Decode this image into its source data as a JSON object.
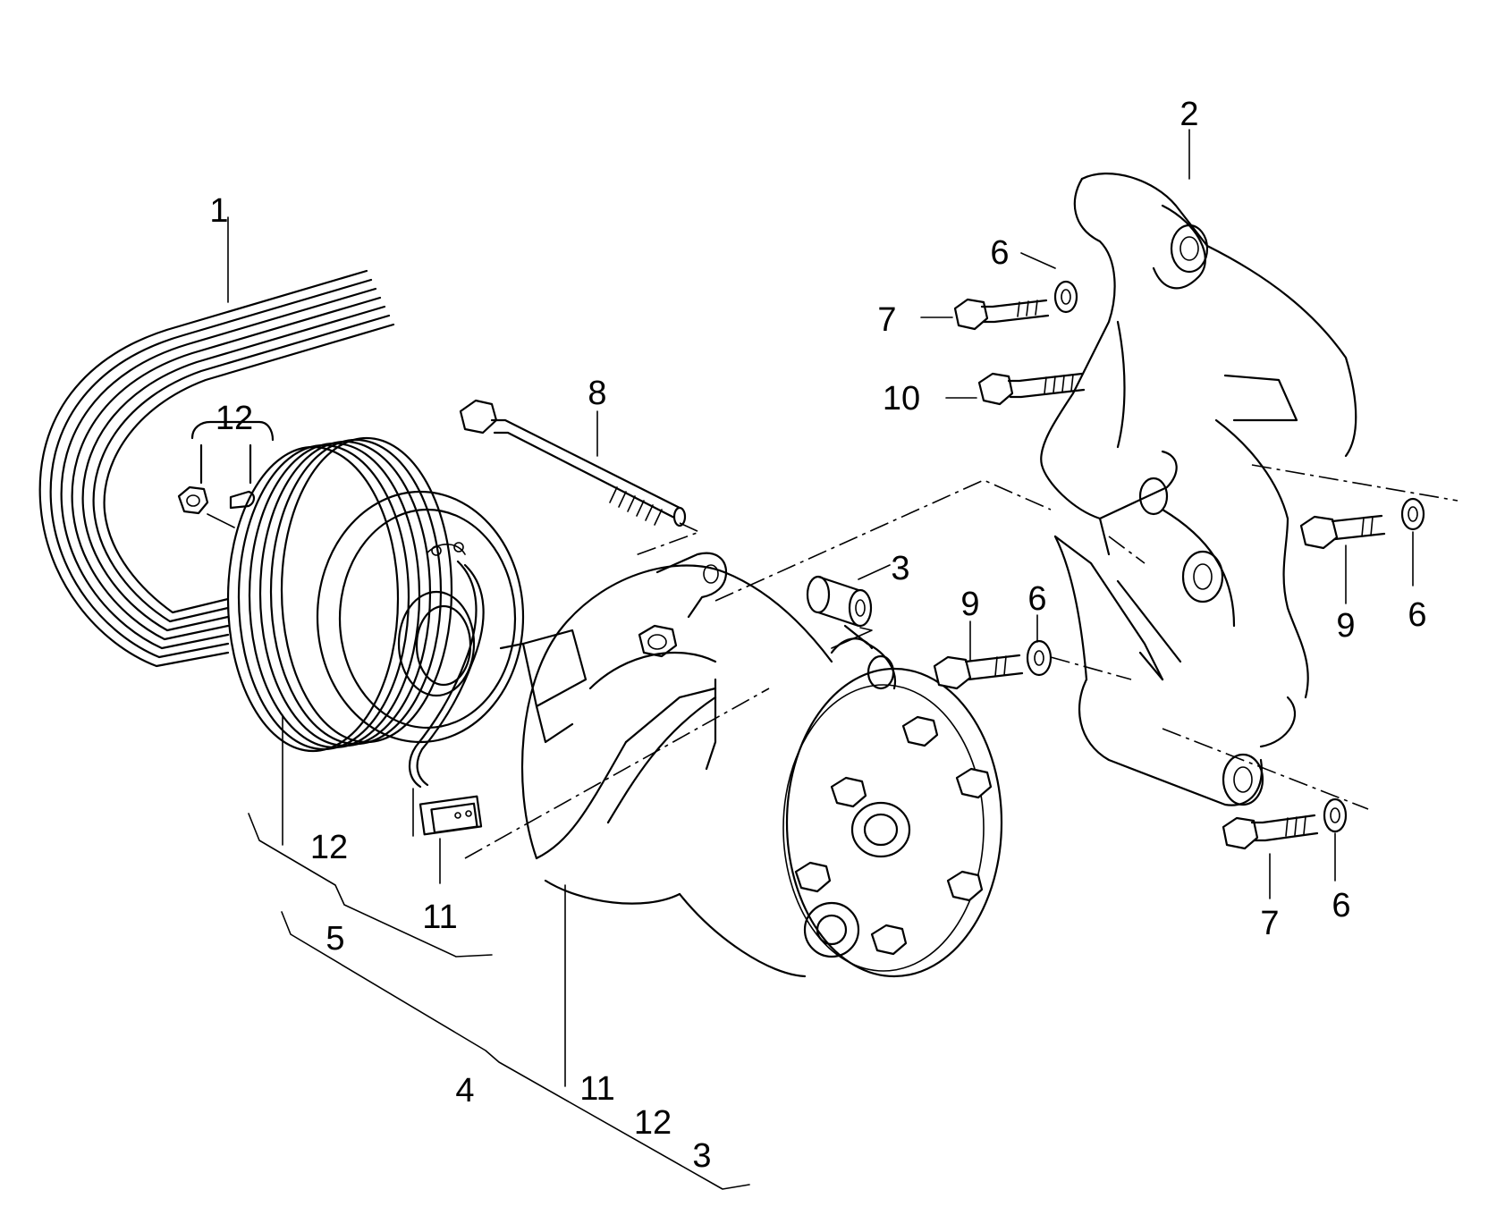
{
  "callouts": [
    {
      "id": "c1",
      "text": "1"
    },
    {
      "id": "c2",
      "text": "2"
    },
    {
      "id": "c3a",
      "text": "3"
    },
    {
      "id": "c3b",
      "text": "3"
    },
    {
      "id": "c4",
      "text": "4"
    },
    {
      "id": "c5",
      "text": "5"
    },
    {
      "id": "c6a",
      "text": "6"
    },
    {
      "id": "c6b",
      "text": "6"
    },
    {
      "id": "c6c",
      "text": "6"
    },
    {
      "id": "c6d",
      "text": "6"
    },
    {
      "id": "c7a",
      "text": "7"
    },
    {
      "id": "c7b",
      "text": "7"
    },
    {
      "id": "c8",
      "text": "8"
    },
    {
      "id": "c9a",
      "text": "9"
    },
    {
      "id": "c9b",
      "text": "9"
    },
    {
      "id": "c10",
      "text": "10"
    },
    {
      "id": "c11a",
      "text": "11"
    },
    {
      "id": "c11b",
      "text": "11"
    },
    {
      "id": "c12a",
      "text": "12"
    },
    {
      "id": "c12b",
      "text": "12"
    },
    {
      "id": "c12c",
      "text": "12"
    }
  ]
}
